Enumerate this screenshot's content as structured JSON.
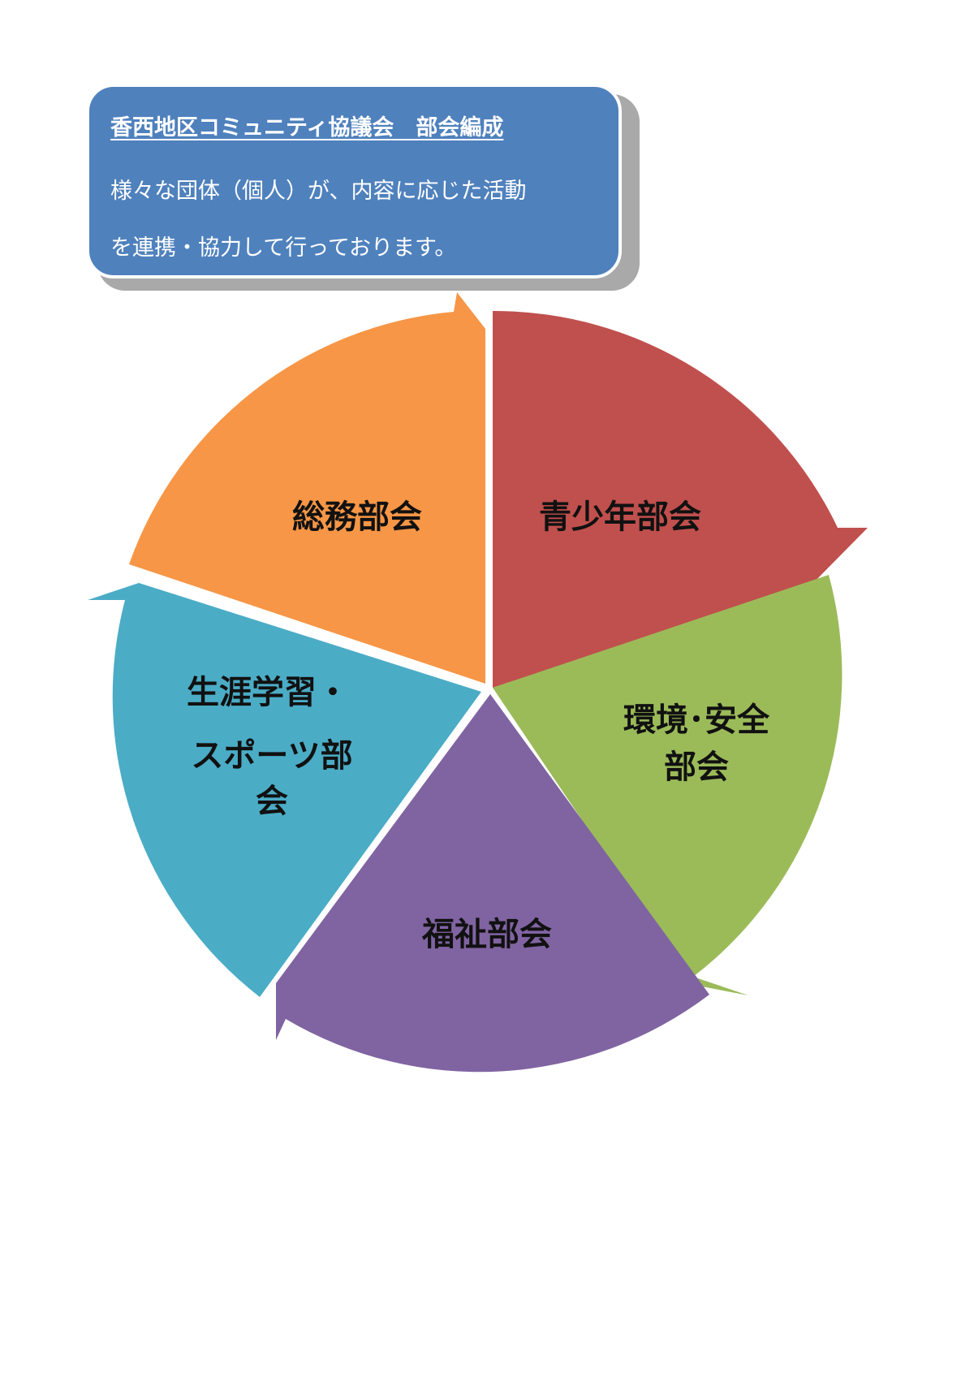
{
  "header": {
    "title": "香西地区コミュニティ協議会　部会編成",
    "body_line1": "様々な団体（個人）が、内容に応じた活動",
    "body_line2": "を連携・協力して行っております。"
  },
  "segments": [
    {
      "name": "seinen",
      "color": "#c0504d",
      "lines": [
        "青少年部会"
      ]
    },
    {
      "name": "kankyo",
      "color": "#9bbb59",
      "lines": [
        "環境･安全",
        "部会"
      ]
    },
    {
      "name": "fukushi",
      "color": "#8064a2",
      "lines": [
        "福祉部会"
      ]
    },
    {
      "name": "shogai",
      "color": "#4bacc6",
      "lines": [
        "生涯学習・",
        "スポーツ部",
        "会"
      ]
    },
    {
      "name": "somu",
      "color": "#f79646",
      "lines": [
        "総務部会"
      ]
    }
  ]
}
